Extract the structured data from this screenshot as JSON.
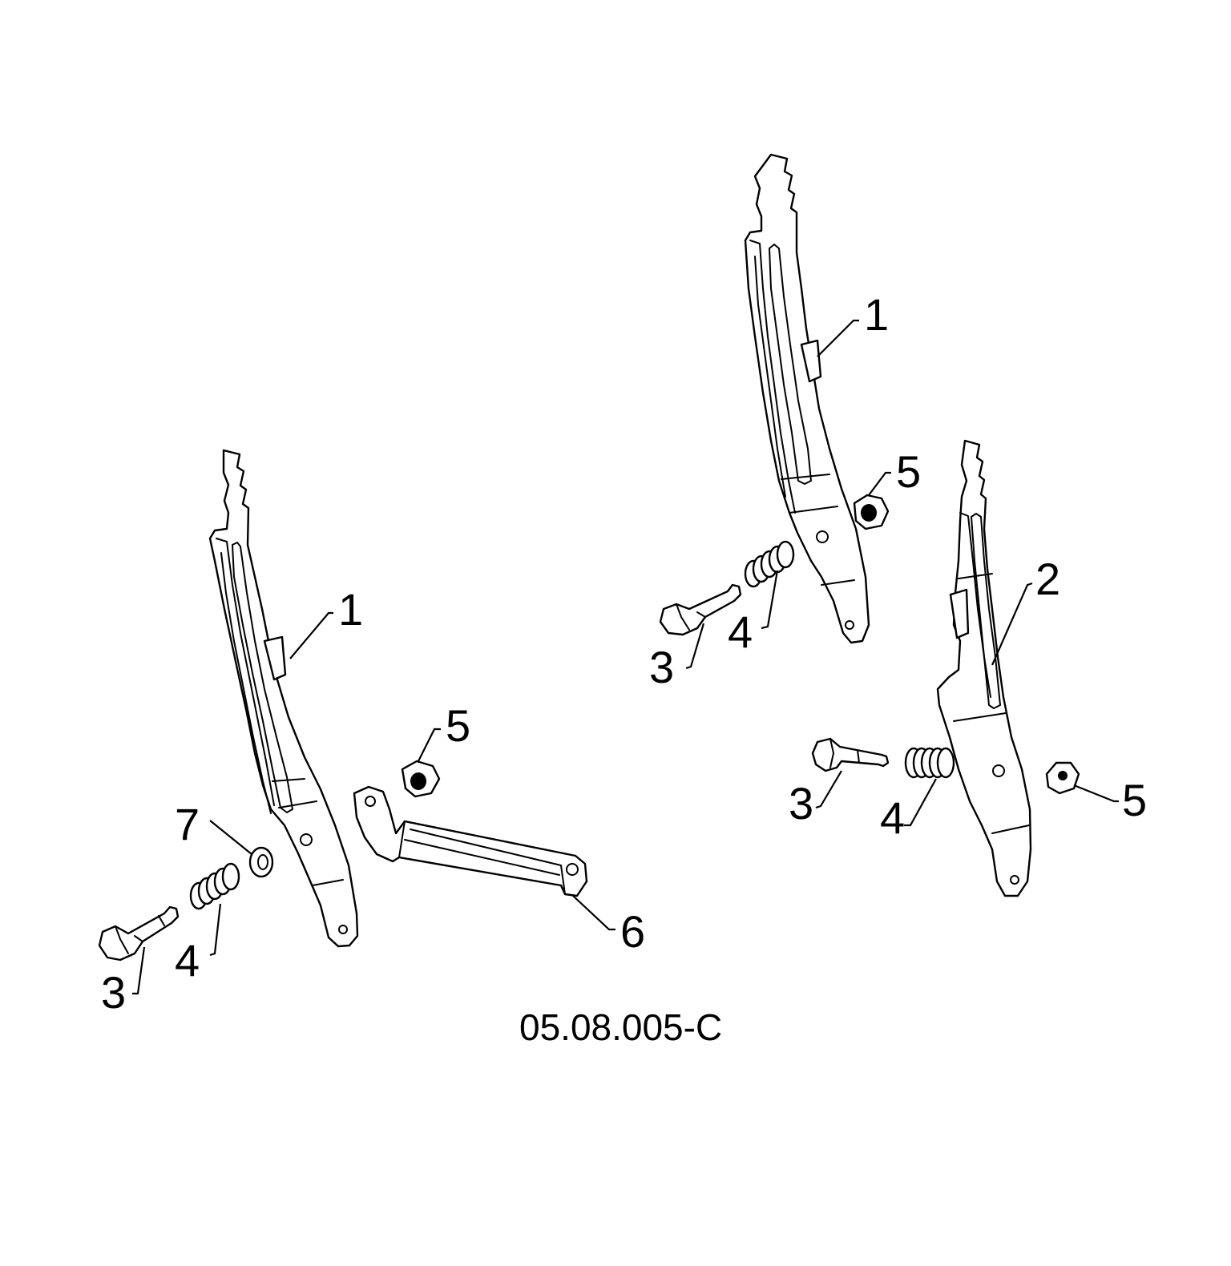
{
  "diagram_code": "05.08.005-C",
  "callouts": {
    "left_lever": "1",
    "left_bolt": "3",
    "left_spring": "4",
    "left_washer": "7",
    "left_nut": "5",
    "left_bracket": "6",
    "top_lever": "1",
    "top_nut": "5",
    "top_spring": "4",
    "top_bolt": "3",
    "right_lever": "2",
    "right_bolt": "3",
    "right_spring": "4",
    "right_nut": "5"
  },
  "colors": {
    "line": "#000000",
    "background": "#ffffff"
  }
}
